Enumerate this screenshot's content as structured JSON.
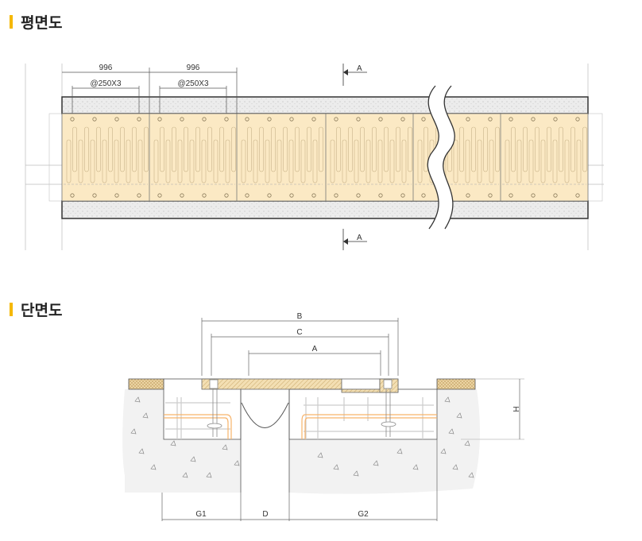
{
  "plan": {
    "title": "평면도",
    "dim_panel_1": "996",
    "dim_panel_2": "996",
    "dim_spacing_1": "@250X3",
    "dim_spacing_2": "@250X3",
    "section_mark_top": "A",
    "section_mark_bottom": "A"
  },
  "section": {
    "title": "단면도",
    "dim_b": "B",
    "dim_c": "C",
    "dim_a": "A",
    "dim_h": "H",
    "dim_g1": "G1",
    "dim_d": "D",
    "dim_g2": "G2"
  },
  "colors": {
    "accent": "#f5b800",
    "panel": "#fbe9c4",
    "concrete": "#f2f2f2",
    "rebar_orange": "#f7b36a"
  }
}
